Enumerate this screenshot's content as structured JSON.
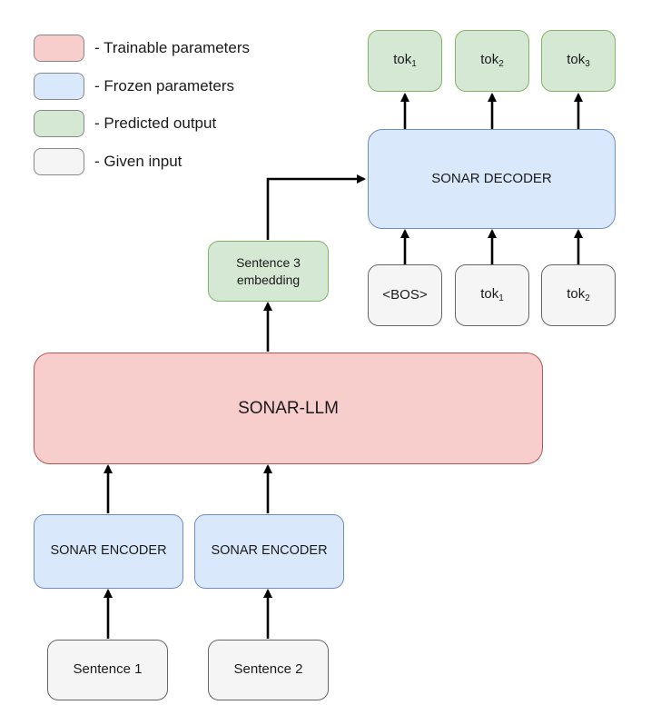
{
  "legend": [
    {
      "color": "red",
      "label": "- Trainable parameters"
    },
    {
      "color": "blue",
      "label": "- Frozen parameters"
    },
    {
      "color": "green",
      "label": "- Predicted output"
    },
    {
      "color": "gray",
      "label": "- Given input"
    }
  ],
  "inputs": {
    "sentence1": "Sentence 1",
    "sentence2": "Sentence 2"
  },
  "encoders": {
    "encoder1": "SONAR ENCODER",
    "encoder2": "SONAR ENCODER"
  },
  "llm": {
    "label": "SONAR-LLM"
  },
  "embedding": {
    "line1": "Sentence 3",
    "line2": "embedding"
  },
  "decoder": {
    "label": "SONAR DECODER"
  },
  "decoder_inputs": {
    "bos": "<BOS>",
    "tok1": {
      "base": "tok",
      "sub": "1"
    },
    "tok2": {
      "base": "tok",
      "sub": "2"
    }
  },
  "decoder_outputs": {
    "tok1": {
      "base": "tok",
      "sub": "1"
    },
    "tok2": {
      "base": "tok",
      "sub": "2"
    },
    "tok3": {
      "base": "tok",
      "sub": "3"
    }
  },
  "colors": {
    "red_fill": "#f8cecc",
    "blue_fill": "#dae8fc",
    "green_fill": "#d5e8d4",
    "gray_fill": "#f5f5f5"
  }
}
